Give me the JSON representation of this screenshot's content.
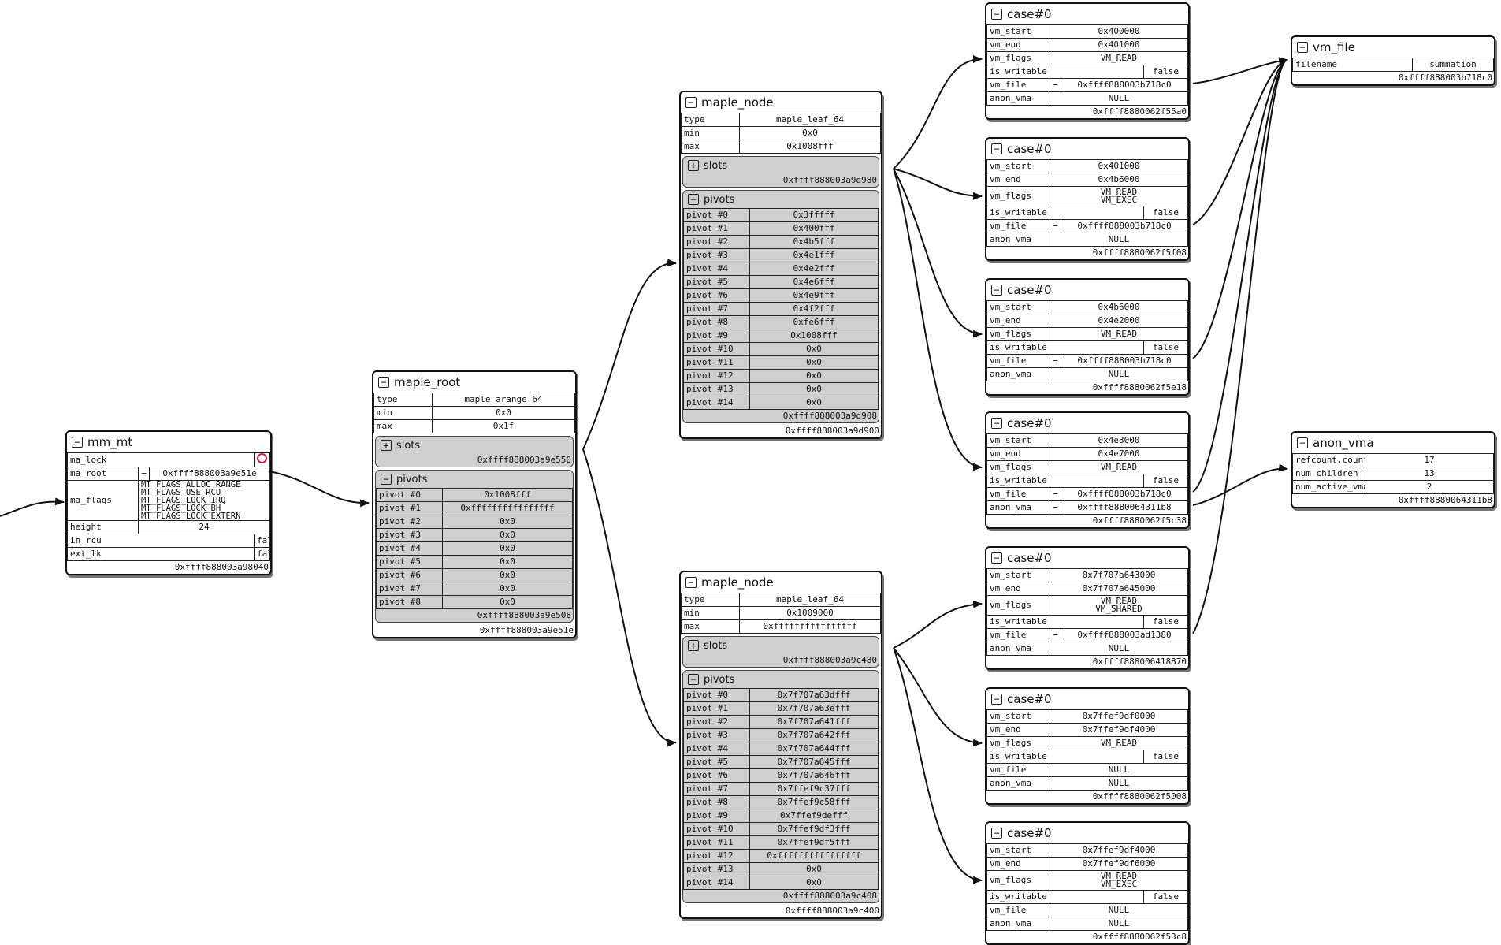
{
  "mm_mt": {
    "title": "mm_mt",
    "ma_lock_label": "ma_lock",
    "ma_root_label": "ma_root",
    "ma_root_value": "0xffff888003a9e51e",
    "ma_flags_label": "ma_flags",
    "ma_flags_values": [
      "MT_FLAGS_ALLOC_RANGE",
      "MT_FLAGS_USE_RCU",
      "MT_FLAGS_LOCK_IRQ",
      "MT_FLAGS_LOCK_BH",
      "MT_FLAGS_LOCK_EXTERN"
    ],
    "height_label": "height",
    "height_value": "24",
    "in_rcu_label": "in_rcu",
    "in_rcu_value": "false",
    "ext_lk_label": "ext_lk",
    "ext_lk_value": "false",
    "address": "0xffff888003a98040"
  },
  "maple_root": {
    "title": "maple_root",
    "fields": [
      {
        "label": "type",
        "value": "maple_arange_64"
      },
      {
        "label": "min",
        "value": "0x0"
      },
      {
        "label": "max",
        "value": "0x1f"
      }
    ],
    "slots_title": "slots",
    "slots_address": "0xffff888003a9e550",
    "pivots_title": "pivots",
    "pivots": [
      {
        "label": "pivot #0",
        "value": "0x1008fff"
      },
      {
        "label": "pivot #1",
        "value": "0xffffffffffffffff"
      },
      {
        "label": "pivot #2",
        "value": "0x0"
      },
      {
        "label": "pivot #3",
        "value": "0x0"
      },
      {
        "label": "pivot #4",
        "value": "0x0"
      },
      {
        "label": "pivot #5",
        "value": "0x0"
      },
      {
        "label": "pivot #6",
        "value": "0x0"
      },
      {
        "label": "pivot #7",
        "value": "0x0"
      },
      {
        "label": "pivot #8",
        "value": "0x0"
      }
    ],
    "pivots_address": "0xffff888003a9e508",
    "address": "0xffff888003a9e51e"
  },
  "maple_node_1": {
    "title": "maple_node",
    "fields": [
      {
        "label": "type",
        "value": "maple_leaf_64"
      },
      {
        "label": "min",
        "value": "0x0"
      },
      {
        "label": "max",
        "value": "0x1008fff"
      }
    ],
    "slots_title": "slots",
    "slots_address": "0xffff888003a9d980",
    "pivots_title": "pivots",
    "pivots": [
      {
        "label": "pivot #0",
        "value": "0x3fffff"
      },
      {
        "label": "pivot #1",
        "value": "0x400fff"
      },
      {
        "label": "pivot #2",
        "value": "0x4b5fff"
      },
      {
        "label": "pivot #3",
        "value": "0x4e1fff"
      },
      {
        "label": "pivot #4",
        "value": "0x4e2fff"
      },
      {
        "label": "pivot #5",
        "value": "0x4e6fff"
      },
      {
        "label": "pivot #6",
        "value": "0x4e9fff"
      },
      {
        "label": "pivot #7",
        "value": "0x4f2fff"
      },
      {
        "label": "pivot #8",
        "value": "0xfe6fff"
      },
      {
        "label": "pivot #9",
        "value": "0x1008fff"
      },
      {
        "label": "pivot #10",
        "value": "0x0"
      },
      {
        "label": "pivot #11",
        "value": "0x0"
      },
      {
        "label": "pivot #12",
        "value": "0x0"
      },
      {
        "label": "pivot #13",
        "value": "0x0"
      },
      {
        "label": "pivot #14",
        "value": "0x0"
      }
    ],
    "pivots_address": "0xffff888003a9d908",
    "address": "0xffff888003a9d900"
  },
  "maple_node_2": {
    "title": "maple_node",
    "fields": [
      {
        "label": "type",
        "value": "maple_leaf_64"
      },
      {
        "label": "min",
        "value": "0x1009000"
      },
      {
        "label": "max",
        "value": "0xffffffffffffffff"
      }
    ],
    "slots_title": "slots",
    "slots_address": "0xffff888003a9c480",
    "pivots_title": "pivots",
    "pivots": [
      {
        "label": "pivot #0",
        "value": "0x7f707a63dfff"
      },
      {
        "label": "pivot #1",
        "value": "0x7f707a63efff"
      },
      {
        "label": "pivot #2",
        "value": "0x7f707a641fff"
      },
      {
        "label": "pivot #3",
        "value": "0x7f707a642fff"
      },
      {
        "label": "pivot #4",
        "value": "0x7f707a644fff"
      },
      {
        "label": "pivot #5",
        "value": "0x7f707a645fff"
      },
      {
        "label": "pivot #6",
        "value": "0x7f707a646fff"
      },
      {
        "label": "pivot #7",
        "value": "0x7ffef9c37fff"
      },
      {
        "label": "pivot #8",
        "value": "0x7ffef9c58fff"
      },
      {
        "label": "pivot #9",
        "value": "0x7ffef9defff"
      },
      {
        "label": "pivot #10",
        "value": "0x7ffef9df3fff"
      },
      {
        "label": "pivot #11",
        "value": "0x7ffef9df5fff"
      },
      {
        "label": "pivot #12",
        "value": "0xffffffffffffffff"
      },
      {
        "label": "pivot #13",
        "value": "0x0"
      },
      {
        "label": "pivot #14",
        "value": "0x0"
      }
    ],
    "pivots_address": "0xffff888003a9c408",
    "address": "0xffff888003a9c400"
  },
  "labels": {
    "vm_start": "vm_start",
    "vm_end": "vm_end",
    "vm_flags": "vm_flags",
    "is_writable": "is_writable",
    "vm_file": "vm_file",
    "anon_vma": "anon_vma"
  },
  "cases": [
    {
      "title": "case#0",
      "vm_start": "0x400000",
      "vm_end": "0x401000",
      "vm_flags": [
        "VM_READ"
      ],
      "is_writable": "false",
      "vm_file": "0xffff888003b718c0",
      "vm_file_expanded": true,
      "anon_vma": "NULL",
      "anon_vma_expanded": false,
      "address": "0xffff8880062f55a0"
    },
    {
      "title": "case#0",
      "vm_start": "0x401000",
      "vm_end": "0x4b6000",
      "vm_flags": [
        "VM_READ",
        "VM_EXEC"
      ],
      "is_writable": "false",
      "vm_file": "0xffff888003b718c0",
      "vm_file_expanded": true,
      "anon_vma": "NULL",
      "anon_vma_expanded": false,
      "address": "0xffff8880062f5f08"
    },
    {
      "title": "case#0",
      "vm_start": "0x4b6000",
      "vm_end": "0x4e2000",
      "vm_flags": [
        "VM_READ"
      ],
      "is_writable": "false",
      "vm_file": "0xffff888003b718c0",
      "vm_file_expanded": true,
      "anon_vma": "NULL",
      "anon_vma_expanded": false,
      "address": "0xffff8880062f5e18"
    },
    {
      "title": "case#0",
      "vm_start": "0x4e3000",
      "vm_end": "0x4e7000",
      "vm_flags": [
        "VM_READ"
      ],
      "is_writable": "false",
      "vm_file": "0xffff888003b718c0",
      "vm_file_expanded": true,
      "anon_vma": "0xffff8880064311b8",
      "anon_vma_expanded": true,
      "address": "0xffff8880062f5c38"
    },
    {
      "title": "case#0",
      "vm_start": "0x7f707a643000",
      "vm_end": "0x7f707a645000",
      "vm_flags": [
        "VM_READ",
        "VM_SHARED"
      ],
      "is_writable": "false",
      "vm_file": "0xffff888003ad1380",
      "vm_file_expanded": true,
      "anon_vma": "NULL",
      "anon_vma_expanded": false,
      "address": "0xffff888006418870"
    },
    {
      "title": "case#0",
      "vm_start": "0x7ffef9df0000",
      "vm_end": "0x7ffef9df4000",
      "vm_flags": [
        "VM_READ"
      ],
      "is_writable": "false",
      "vm_file": "NULL",
      "vm_file_expanded": false,
      "anon_vma": "NULL",
      "anon_vma_expanded": false,
      "address": "0xffff8880062f5008"
    },
    {
      "title": "case#0",
      "vm_start": "0x7ffef9df4000",
      "vm_end": "0x7ffef9df6000",
      "vm_flags": [
        "VM_READ",
        "VM_EXEC"
      ],
      "is_writable": "false",
      "vm_file": "NULL",
      "vm_file_expanded": false,
      "anon_vma": "NULL",
      "anon_vma_expanded": false,
      "address": "0xffff8880062f53c8"
    }
  ],
  "vm_file": {
    "title": "vm_file",
    "filename_label": "filename",
    "filename_value": "summation",
    "address": "0xffff888003b718c0"
  },
  "anon_vma": {
    "title": "anon_vma",
    "fields": [
      {
        "label": "refcount.count",
        "value": "17"
      },
      {
        "label": "num_children",
        "value": "13"
      },
      {
        "label": "num_active_vmas",
        "value": "2"
      }
    ],
    "address": "0xffff8880064311b8"
  },
  "colors": {
    "border": "#111111",
    "sub_panel": "#cfcfcf",
    "lock_ring": "#d21f4a"
  },
  "toggle_expand": "+",
  "toggle_collapse": "−"
}
